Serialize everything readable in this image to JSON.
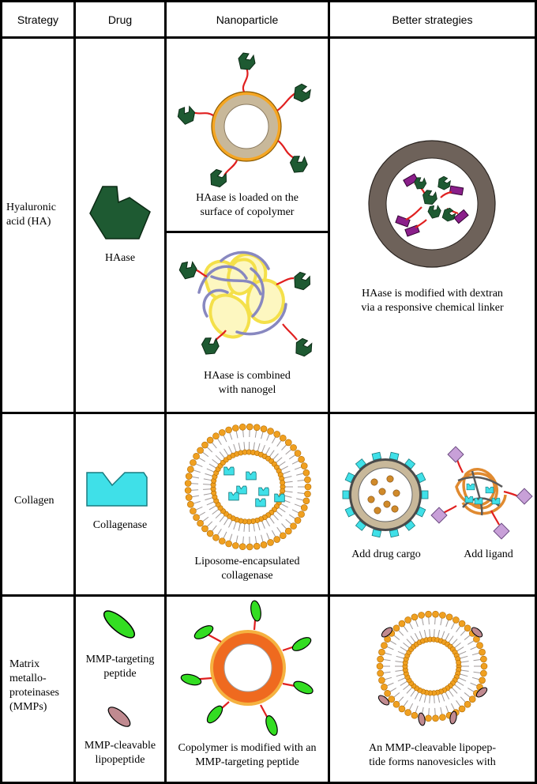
{
  "headers": {
    "strategy": "Strategy",
    "drug": "Drug",
    "nanoparticle": "Nanoparticle",
    "better": "Better strategies"
  },
  "rows": {
    "ha": {
      "strategy": [
        "Hyaluronic",
        "acid (HA)"
      ],
      "drug": "HAase",
      "nano1": [
        "HAase is loaded on the",
        "surface of copolymer"
      ],
      "nano2": [
        "HAase is combined",
        "with nanogel"
      ],
      "better": [
        "HAase is modified with dextran",
        "via a responsive chemical linker"
      ]
    },
    "collagen": {
      "strategy": "Collagen",
      "drug": "Collagenase",
      "nano": [
        "Liposome-encapsulated",
        "collagenase"
      ],
      "better_left": "Add drug cargo",
      "better_right": "Add ligand"
    },
    "mmp": {
      "strategy": [
        "Matrix",
        "metallo-",
        "proteinases",
        "(MMPs)"
      ],
      "drug1": [
        "MMP-targeting",
        "peptide"
      ],
      "drug2": [
        "MMP-cleavable",
        "lipopeptide"
      ],
      "nano": [
        "Copolymer is modified with an",
        "MMP-targeting peptide"
      ],
      "better": [
        "An MMP-cleavable lipopep-",
        "tide forms nanovesicles with"
      ]
    }
  },
  "colors": {
    "haase": "#1e5a32",
    "linker": "#e02020",
    "copolymer_outer": "#f5a623",
    "copolymer_inner": "#c8b89a",
    "dextran_ring": "#6e625a",
    "dextran_block": "#8a1f8a",
    "nanogel_yellow": "#f4e04a",
    "nanogel_blue": "#8888c0",
    "lipid_head": "#f0a020",
    "collagenase": "#3fe0e8",
    "peptide": "#33dd22",
    "lipopeptide": "#c08a90",
    "mmp_ring": "#ef6a1f",
    "ligand": "#c8a0d8"
  }
}
